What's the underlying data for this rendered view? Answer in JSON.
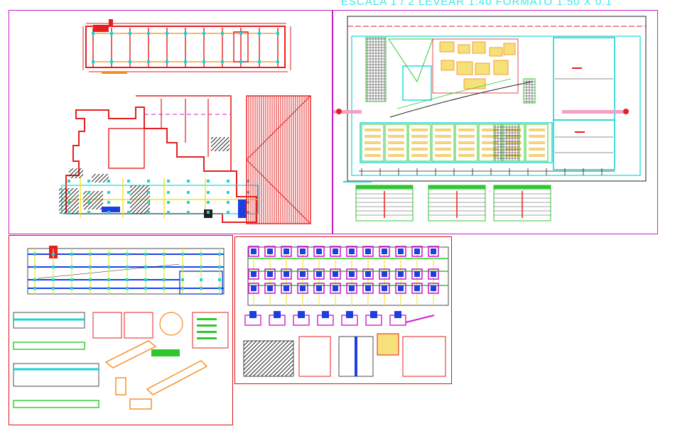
{
  "header": {
    "title": "ESCALA 1 / 2 LEVEAR 1:40 FORMATO 1:50 X 0.1"
  },
  "sheets": [
    {
      "id": "plan-sheet-top-left"
    },
    {
      "id": "site-plan-sheet-top-right"
    },
    {
      "id": "structural-sheet-bottom-left"
    },
    {
      "id": "foundation-sheet-bottom-middle"
    }
  ],
  "colors": {
    "title": "#3fe6e6",
    "frame_magenta": "#c21fc2",
    "frame_red": "#d81414",
    "wall_red": "#e41f1f",
    "column_cyan": "#19d6d6",
    "axis_yellow": "#f2e21f",
    "beam_blue": "#1d3fe0",
    "footing_magenta": "#cc22cc",
    "green_table": "#2ec82e",
    "hatch_dark": "#202020",
    "orange": "#f58a1d"
  }
}
